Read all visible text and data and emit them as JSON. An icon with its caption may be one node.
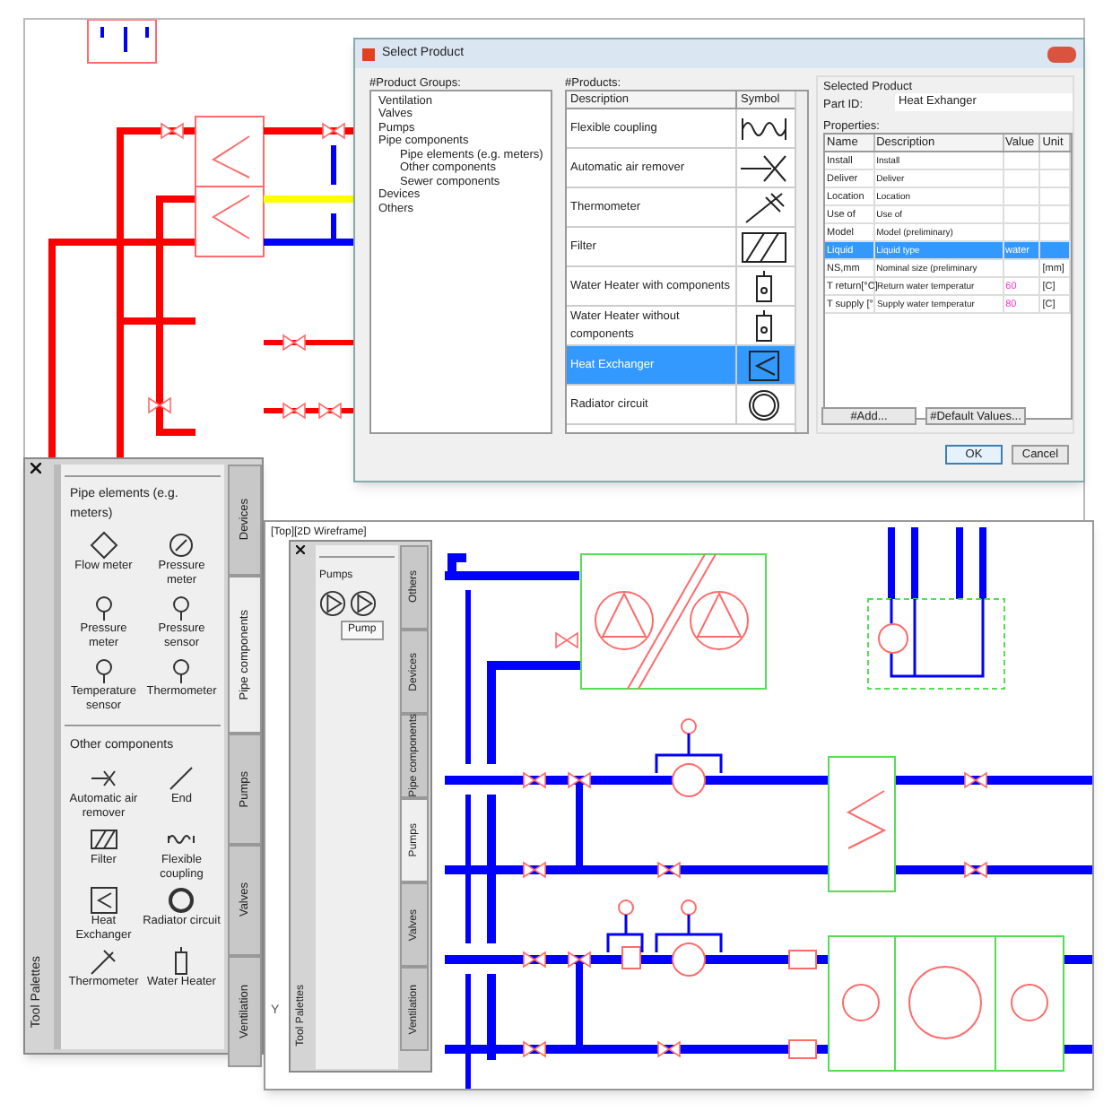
{
  "diagram": {
    "labels": [
      "Select Product",
      "#Product Groups:",
      "Ventilation",
      "Valves",
      "Pumps",
      "Pipe components",
      "Pipe elements (e.g. meters)",
      "Other components",
      "Sewer components",
      "Devices",
      "Others",
      "#Products:",
      "Description",
      "Symbol",
      "Flexible coupling",
      "Automatic air remover",
      "Thermometer",
      "Filter",
      "Water Heater with components",
      "Water Heater without components",
      "Heat Exchanger",
      "Radiator circuit",
      "Selected Product",
      "Part ID:",
      "Heat Exhanger",
      "Properties:",
      "Name",
      "Description",
      "Value",
      "Unit",
      "Install",
      "Install",
      "Deliver",
      "Deliver",
      "Location",
      "Location",
      "Use of",
      "Use of",
      "Model",
      "Model (preliminary)",
      "Liquid",
      "Liquid type",
      "water",
      "NS,mm",
      "Nominal size (preliminary",
      "[mm]",
      "T return[°C]",
      "Return water temperatur",
      "60",
      "[C]",
      "T supply [°",
      "Supply water temperatur",
      "80",
      "[C]",
      "#Add...",
      "#Default Values...",
      "OK",
      "Cancel",
      "Pipe elements (e.g. meters)",
      "Flow meter",
      "Pressure meter",
      "Pressure meter",
      "Pressure sensor",
      "Temperature sensor",
      "Thermometer",
      "Other components",
      "Automatic air remover",
      "End",
      "Filter",
      "Flexible coupling",
      "Heat Exchanger",
      "Radiator circuit",
      "Thermometer",
      "Water Heater",
      "Devices",
      "Pipe components",
      "Pumps",
      "Valves",
      "Ventilation",
      "Tool Palettes",
      "[Top][2D Wireframe]",
      "Pumps",
      "Pump",
      "Tool Palettes",
      "Others",
      "Devices",
      "Pipe components",
      "Pumps",
      "Valves",
      "Ventilation",
      "Y"
    ]
  }
}
